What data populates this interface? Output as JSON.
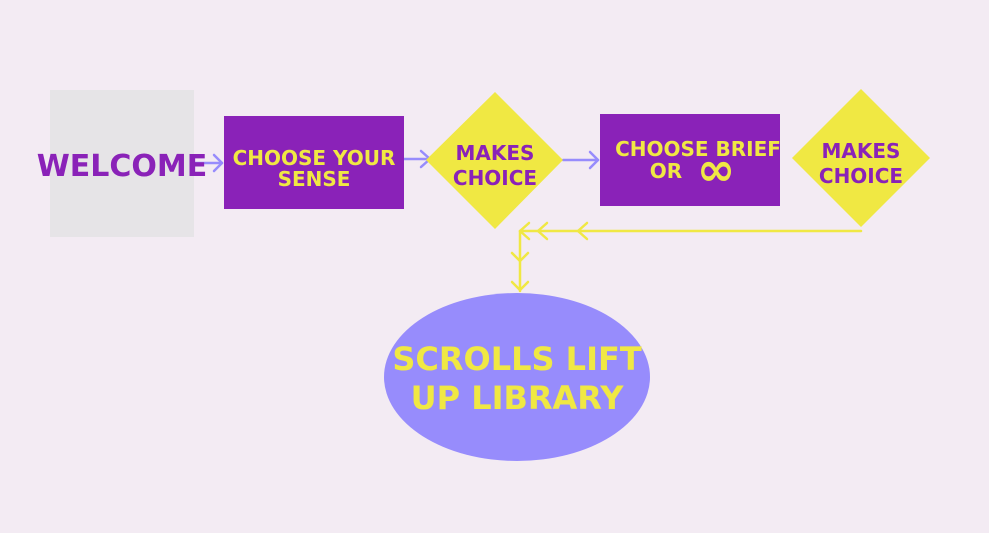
{
  "nodes": {
    "welcome": "WELCOME",
    "choose_sense_line1": "CHOOSE YOUR",
    "choose_sense_line2": "SENSE",
    "makes_choice_1_line1": "MAKES",
    "makes_choice_1_line2": "CHOICE",
    "choose_brief_line1": "CHOOSE BRIEF",
    "choose_brief_line2": "OR",
    "choose_brief_symbol": "∞",
    "makes_choice_2_line1": "MAKES",
    "makes_choice_2_line2": "CHOICE",
    "library_line1": "SCROLLS LIFT",
    "library_line2": "UP LIBRARY"
  },
  "colors": {
    "background": "#f3ebf3",
    "welcome_box": "#e6e4e7",
    "purple": "#8a22b8",
    "yellow": "#f0e843",
    "lavender": "#978cfc",
    "connector_purple": "#978cfc",
    "connector_yellow": "#f0e843"
  }
}
